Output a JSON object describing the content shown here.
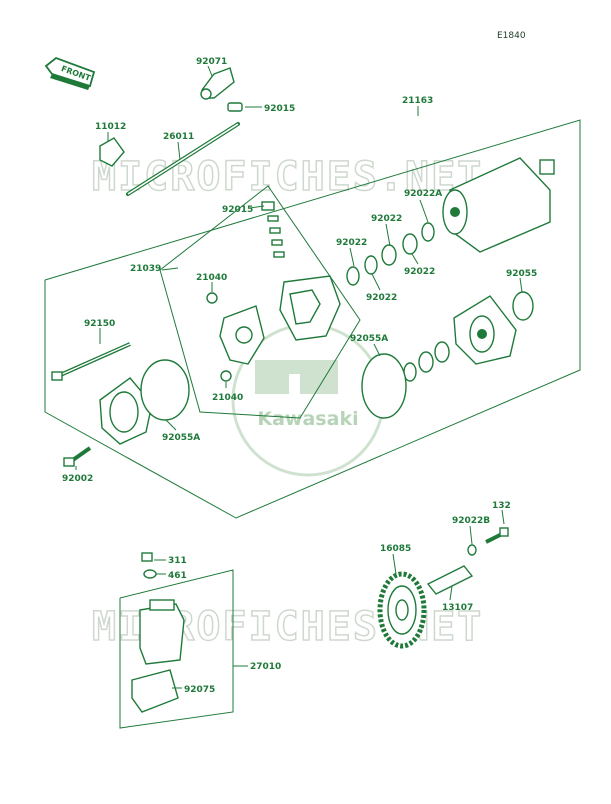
{
  "diagram_code": "E1840",
  "front_label": "FRONT",
  "watermark_text": "MICROFICHES.NET",
  "logo_text": "Kawasaki",
  "colors": {
    "ink": "#1f7a3a",
    "watermark": "#cfd8cf",
    "background": "#ffffff"
  },
  "part_numbers": {
    "p92071": "92071",
    "p92015a": "92015",
    "p21163": "21163",
    "p11012": "11012",
    "p26011": "26011",
    "p92015b": "92015",
    "p92022a": "92022A",
    "p92022_1": "92022",
    "p92022_2": "92022",
    "p92022_3": "92022",
    "p92022_4": "92022",
    "p21039": "21039",
    "p21040a": "21040",
    "p21040b": "21040",
    "p92055a": "92055",
    "p92055A_1": "92055A",
    "p92055A_2": "92055A",
    "p92150": "92150",
    "p92002": "92002",
    "p132": "132",
    "p92022B": "92022B",
    "p16085": "16085",
    "p13107": "13107",
    "p311": "311",
    "p461": "461",
    "p27010": "27010",
    "p92075": "92075"
  }
}
